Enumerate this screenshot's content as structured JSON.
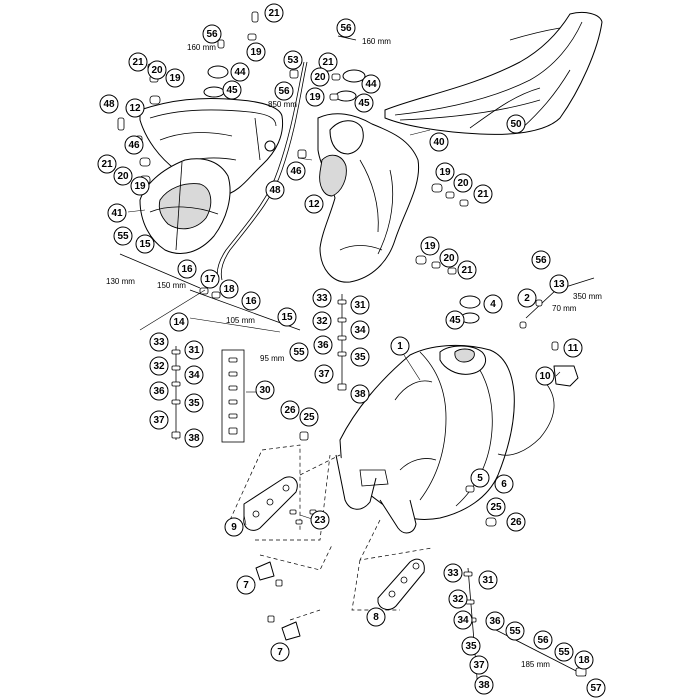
{
  "diagram": {
    "callouts": {
      "c56a": "56",
      "c21a": "21",
      "c19a": "19",
      "c44a": "44",
      "c45a": "45",
      "c21b": "21",
      "c20a": "20",
      "c19b": "19",
      "c53": "53",
      "c56b": "56",
      "c56c": "56",
      "c21c": "21",
      "c20b": "20",
      "c44b": "44",
      "c19c": "19",
      "c45b": "45",
      "c50": "50",
      "c48a": "48",
      "c12a": "12",
      "c46a": "46",
      "c21d": "21",
      "c20c": "20",
      "c19d": "19",
      "c41": "41",
      "c55a": "55",
      "c15a": "15",
      "c16a": "16",
      "c17": "17",
      "c18a": "18",
      "c16b": "16",
      "c14": "14",
      "c15b": "15",
      "c55b": "55",
      "c40": "40",
      "c46b": "46",
      "c48b": "48",
      "c12b": "12",
      "c19e": "19",
      "c20d": "20",
      "c21e": "21",
      "c19f": "19",
      "c20e": "20",
      "c21f": "21",
      "c4": "4",
      "c45c": "45",
      "c2": "2",
      "c56d": "56",
      "c13": "13",
      "c33a": "33",
      "c31a": "31",
      "c32a": "32",
      "c34a": "34",
      "c36a": "36",
      "c35a": "35",
      "c37a": "37",
      "c38a": "38",
      "c30": "30",
      "c33b": "33",
      "c31b": "31",
      "c32b": "32",
      "c34b": "34",
      "c36b": "36",
      "c35b": "35",
      "c37b": "37",
      "c38b": "38",
      "c1": "1",
      "c11": "11",
      "c10": "10",
      "c26a": "26",
      "c25a": "25",
      "c5": "5",
      "c6": "6",
      "c25b": "25",
      "c26b": "26",
      "c9": "9",
      "c23": "23",
      "c7a": "7",
      "c8": "8",
      "c7b": "7",
      "c33c": "33",
      "c31c": "31",
      "c32c": "32",
      "c34c": "34",
      "c36c": "36",
      "c55c": "55",
      "c35c": "35",
      "c56e": "56",
      "c55d": "55",
      "c37c": "37",
      "c18b": "18",
      "c38c": "38",
      "c57": "57"
    },
    "dimensions": {
      "d160a": "160 mm",
      "d160b": "160 mm",
      "d850": "850 mm",
      "d130": "130 mm",
      "d150": "150 mm",
      "d105": "105 mm",
      "d95": "95 mm",
      "d350": "350 mm",
      "d70": "70 mm",
      "d185": "185 mm"
    }
  }
}
